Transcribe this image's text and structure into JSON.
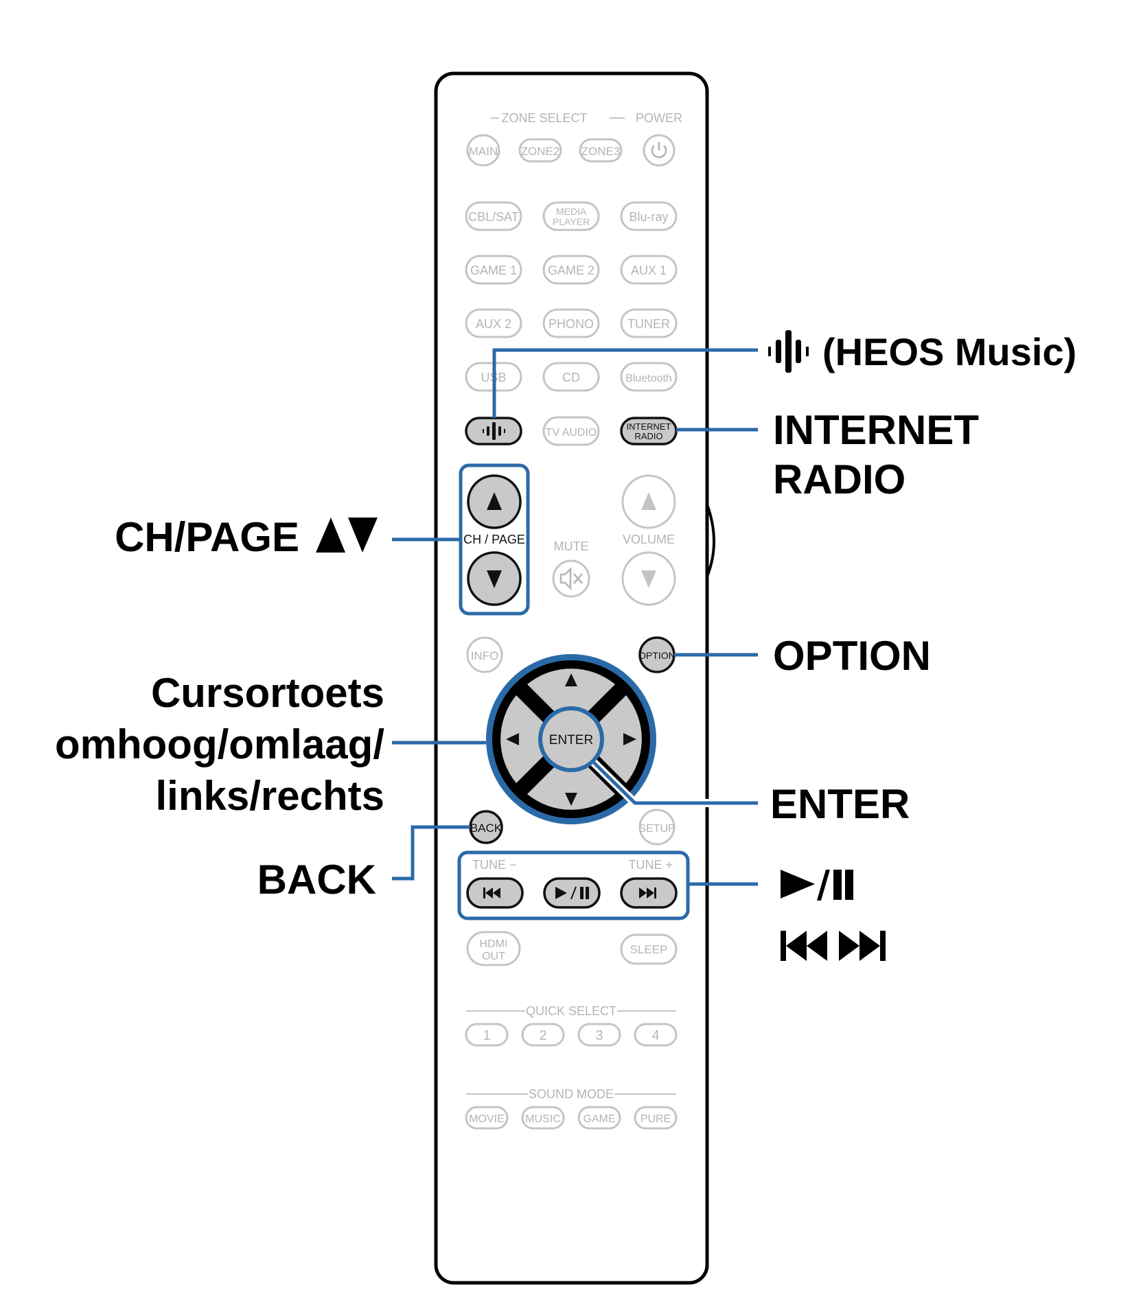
{
  "remote": {
    "zone_select_label": "ZONE SELECT",
    "power_label": "POWER",
    "zone_buttons": [
      "MAIN",
      "ZONE2",
      "ZONE3"
    ],
    "source_rows": [
      [
        "CBL/SAT",
        "MEDIA PLAYER",
        "Blu-ray"
      ],
      [
        "GAME 1",
        "GAME 2",
        "AUX 1"
      ],
      [
        "AUX 2",
        "PHONO",
        "TUNER"
      ],
      [
        "USB",
        "CD",
        "Bluetooth"
      ],
      [
        "",
        "TV AUDIO",
        "INTERNET RADIO"
      ]
    ],
    "media_player_l1": "MEDIA",
    "media_player_l2": "PLAYER",
    "internet_radio_l1": "INTERNET",
    "internet_radio_l2": "RADIO",
    "ch_page_label": "CH / PAGE",
    "mute_label": "MUTE",
    "volume_label": "VOLUME",
    "info_label": "INFO",
    "option_label": "OPTION",
    "enter_label": "ENTER",
    "back_label": "BACK",
    "setup_label": "SETUP",
    "tune_minus_label": "TUNE −",
    "tune_plus_label": "TUNE +",
    "hdmi_out_l1": "HDMI",
    "hdmi_out_l2": "OUT",
    "sleep_label": "SLEEP",
    "quick_select_label": "QUICK SELECT",
    "quick_select_buttons": [
      "1",
      "2",
      "3",
      "4"
    ],
    "sound_mode_label": "SOUND MODE",
    "sound_mode_buttons": [
      "MOVIE",
      "MUSIC",
      "GAME",
      "PURE"
    ]
  },
  "callouts": {
    "heos": "(HEOS Music)",
    "internet_radio_l1": "INTERNET",
    "internet_radio_l2": "RADIO",
    "ch_page": "CH/PAGE",
    "option": "OPTION",
    "cursor_l1": "Cursortoets",
    "cursor_l2": "omhoog/omlaag/",
    "cursor_l3": "links/rechts",
    "enter": "ENTER",
    "back": "BACK"
  },
  "colors": {
    "leader_line": "#2b6aa8",
    "faint_button": "#c4c4c4",
    "active_button_fill": "#c9c9c9"
  },
  "icons": {
    "heos": "heos-icon",
    "power": "power-icon",
    "mute": "mute-icon",
    "play_pause": "play-pause-icon",
    "previous": "previous-track-icon",
    "next": "next-track-icon"
  }
}
